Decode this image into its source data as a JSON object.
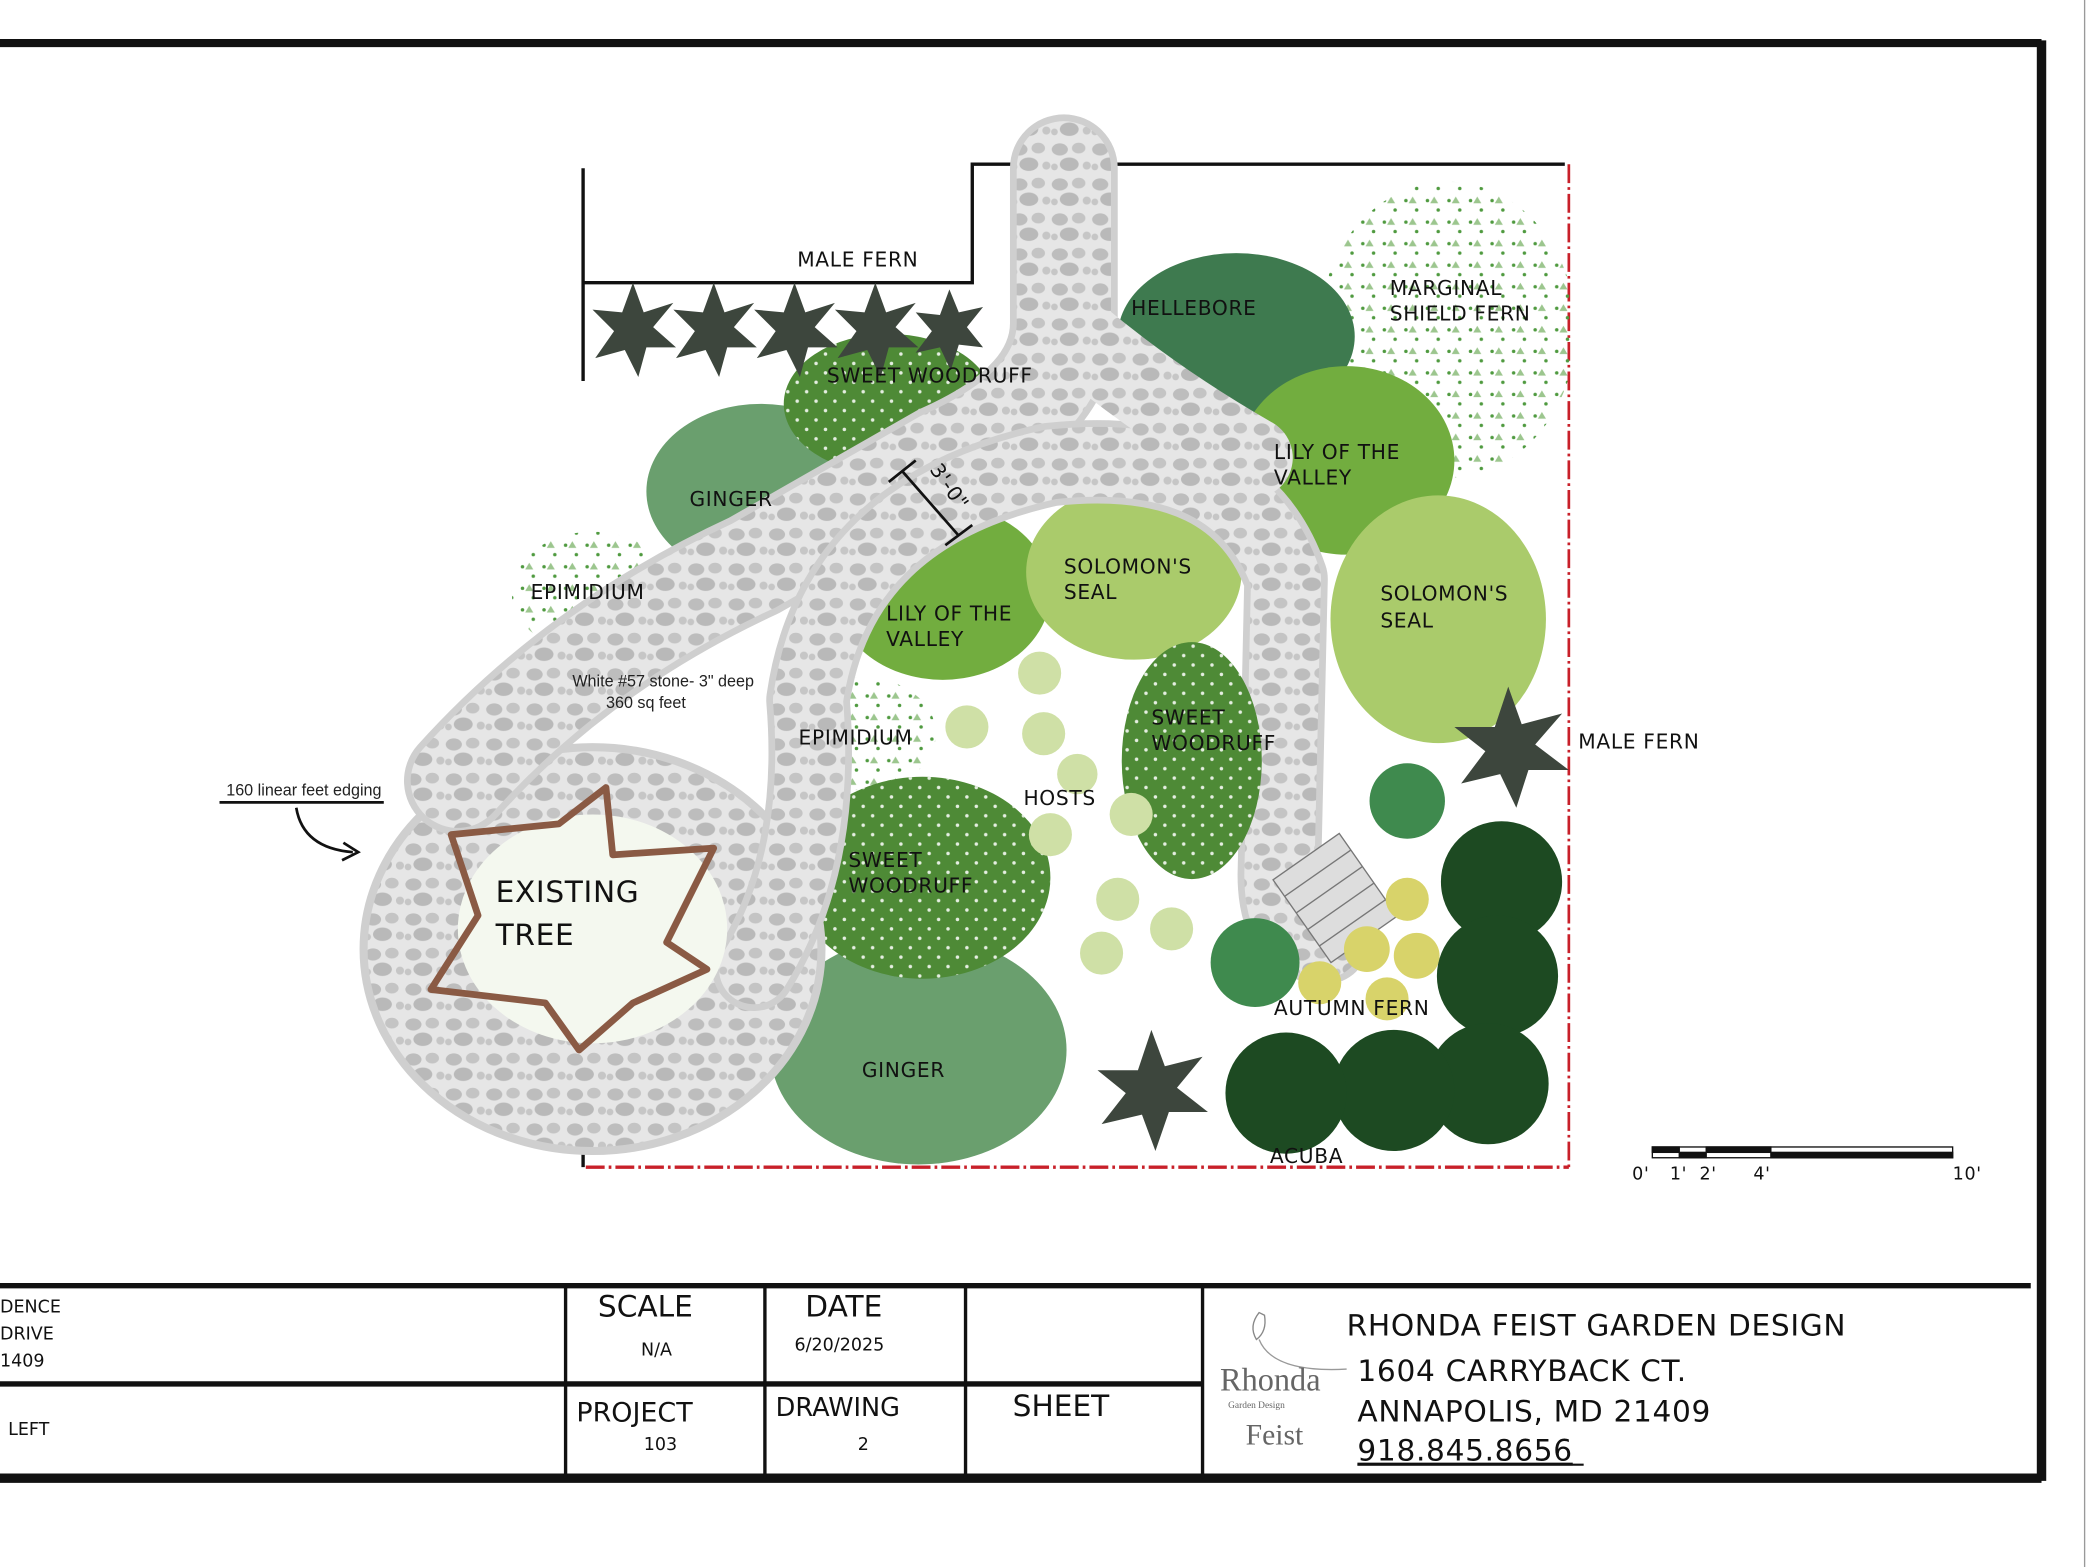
{
  "plan": {
    "labels": {
      "male_fern_top": "MALE FERN",
      "hellebore": "HELLEBORE",
      "marginal_1": "MARGINAL",
      "marginal_2": "SHIELD FERN",
      "sweet_woodruff_top": "SWEET WOODRUFF",
      "ginger_top": "GINGER",
      "lily_right_1": "LILY OF THE",
      "lily_right_2": "VALLEY",
      "dimension": "3'-0\"",
      "epimidium_left": "EPIMIDIUM",
      "lily_center_1": "LILY OF THE",
      "lily_center_2": "VALLEY",
      "solomon_center_1": "SOLOMON'S",
      "solomon_center_2": "SEAL",
      "solomon_right_1": "SOLOMON'S",
      "solomon_right_2": "SEAL",
      "stone_note_1": "White #57 stone- 3\" deep",
      "stone_note_2": "360 sq feet",
      "epimidium_center": "EPIMIDIUM",
      "sweet_woodruff_center_1": "SWEET",
      "sweet_woodruff_center_2": "WOODRUFF",
      "male_fern_right": "MALE FERN",
      "edging_note": "160 linear feet edging",
      "hosts": "HOSTS",
      "existing_tree_1": "EXISTING",
      "existing_tree_2": "TREE",
      "sweet_woodruff_lower_1": "SWEET",
      "sweet_woodruff_lower_2": "WOODRUFF",
      "autumn_fern": "AUTUMN FERN",
      "ginger_lower": "GINGER",
      "acuba": "ACUBA"
    },
    "scale_bar": {
      "ticks": [
        "0'",
        "1'",
        "2'",
        "4'",
        "10'"
      ]
    },
    "colors": {
      "path": "#cfcfcf",
      "pebble": "#b9b9b9",
      "sweet_woodruff": "#4e8a36",
      "ginger": "#6a9f6e",
      "hellebore": "#3e7a4f",
      "lily_of_the_valley": "#72ad3f",
      "solomons_seal": "#aacb6b",
      "hosts": "#cfe0a6",
      "acuba": "#1d4a22",
      "autumn_fern": "#d8d36a",
      "fern": "#3d463d",
      "tree": "#8a5a44",
      "property_line": "#c8202a"
    }
  },
  "title_block": {
    "left_lines": [
      "DENCE",
      "DRIVE",
      "1409"
    ],
    "left_bottom": "LEFT",
    "scale_label": "SCALE",
    "scale_value": "N/A",
    "date_label": "DATE",
    "date_value": "6/20/2025",
    "project_label": "PROJECT",
    "project_value": "103",
    "drawing_label": "DRAWING",
    "drawing_value": "2",
    "sheet_label": "SHEET",
    "logo": {
      "name_1": "Rhonda",
      "tagline": "Garden Design",
      "name_2": "Feist"
    },
    "firm_name": "RHONDA FEIST GARDEN DESIGN",
    "address_1": "1604 CARRYBACK CT.",
    "address_2": "ANNAPOLIS, MD 21409",
    "phone": "918.845.8656"
  }
}
